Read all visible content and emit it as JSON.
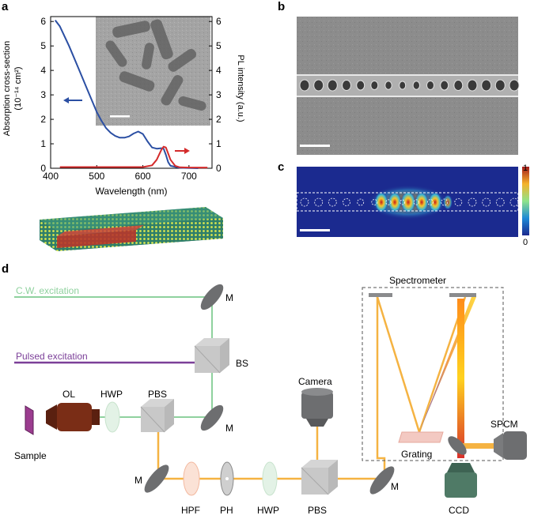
{
  "panels": {
    "a": {
      "letter": "a",
      "ylabel_left_line1": "Absorption cross-section",
      "ylabel_left_line2": "(10⁻¹⁴ cm²)",
      "ylabel_right": "PL intensity (a.u.)",
      "xlabel": "Wavelength (nm)"
    },
    "b": {
      "letter": "b"
    },
    "c": {
      "letter": "c",
      "colorbar_max": "1",
      "colorbar_min": "0"
    },
    "d": {
      "letter": "d"
    }
  },
  "chart_data": {
    "type": "line",
    "xlabel": "Wavelength (nm)",
    "ylabel": "Absorption cross-section (10⁻¹⁴ cm²)",
    "y2label": "PL intensity (a.u.)",
    "xlim": [
      400,
      750
    ],
    "ylim": [
      0,
      6.2
    ],
    "y2lim": [
      0,
      6.2
    ],
    "x_ticks": [
      "400",
      "500",
      "600",
      "700"
    ],
    "y_ticks": [
      "0",
      "1",
      "2",
      "3",
      "4",
      "5",
      "6"
    ],
    "y2_ticks": [
      "0",
      "1",
      "2",
      "3",
      "4",
      "5",
      "6"
    ],
    "series": [
      {
        "axis": "left",
        "color": "#2b4fa3",
        "x": [
          410,
          420,
          440,
          460,
          480,
          500,
          510,
          520,
          530,
          540,
          550,
          560,
          570,
          580,
          590,
          600,
          610,
          620,
          630,
          640,
          645,
          650,
          655,
          660,
          680,
          720
        ],
        "y": [
          6.05,
          5.8,
          5.0,
          4.1,
          3.2,
          2.3,
          1.95,
          1.65,
          1.45,
          1.32,
          1.25,
          1.25,
          1.3,
          1.42,
          1.5,
          1.4,
          1.1,
          0.85,
          0.8,
          0.82,
          0.8,
          0.55,
          0.25,
          0.1,
          0.02,
          0.0
        ]
      },
      {
        "axis": "right",
        "color": "#d42b2b",
        "x": [
          420,
          500,
          600,
          620,
          630,
          640,
          645,
          650,
          655,
          660,
          670,
          680,
          700,
          740
        ],
        "y": [
          0.05,
          0.05,
          0.05,
          0.12,
          0.35,
          0.75,
          0.88,
          0.85,
          0.6,
          0.35,
          0.1,
          0.04,
          0.03,
          0.03
        ]
      }
    ]
  },
  "diagram": {
    "labels": {
      "cw_excitation": "C.W. excitation",
      "pulsed_excitation": "Pulsed excitation",
      "mirror": "M",
      "bs": "BS",
      "camera": "Camera",
      "spectrometer": "Spectrometer",
      "ol": "OL",
      "hwp": "HWP",
      "pbs": "PBS",
      "sample": "Sample",
      "grating": "Grating",
      "spcm": "SPCM",
      "hpf": "HPF",
      "ph": "PH",
      "ccd": "CCD"
    },
    "colors": {
      "cw_beam": "#8fd19e",
      "pulsed_beam": "#7b3f98",
      "emission_beam": "#f5b342",
      "grey_optic": "#6d6e70",
      "objective": "#7a2d16",
      "ccd": "#4f7a66"
    }
  }
}
